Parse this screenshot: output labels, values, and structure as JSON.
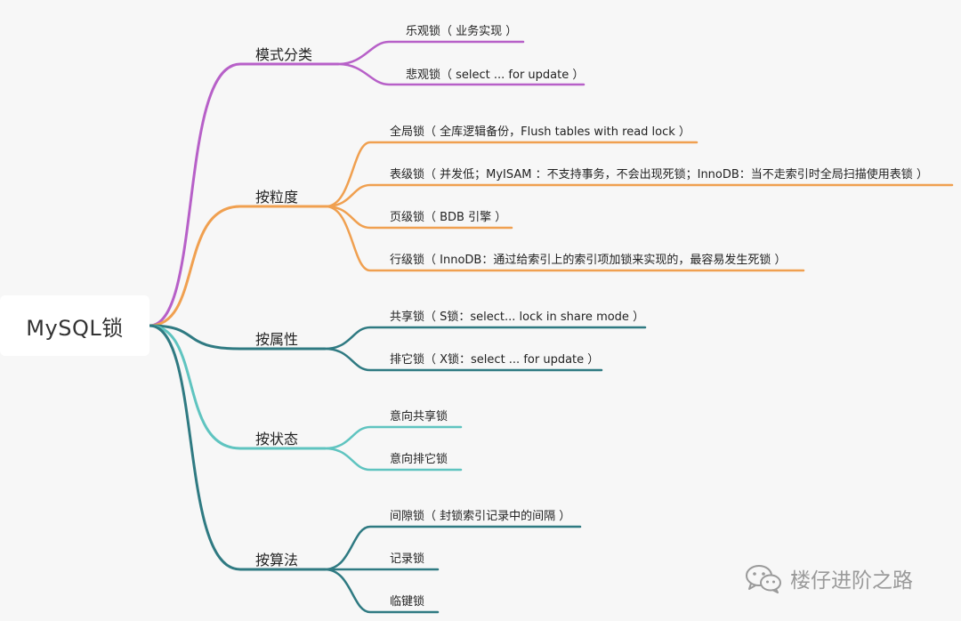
{
  "root": {
    "label": "MySQL锁"
  },
  "categories": [
    {
      "id": "mode",
      "label": "模式分类",
      "color": "#b760c8",
      "leaves": [
        "乐观锁（ 业务实现 ）",
        "悲观锁（ select ... for update ）"
      ]
    },
    {
      "id": "granularity",
      "label": "按粒度",
      "color": "#f0a050",
      "leaves": [
        "全局锁（ 全库逻辑备份，Flush tables with read lock ）",
        "表级锁（ 并发低；MyISAM ：不支持事务，不会出现死锁；InnoDB：当不走索引时全局扫描使用表锁 ）",
        "页级锁（ BDB 引擎 ）",
        "行级锁（ InnoDB：通过给索引上的索引项加锁来实现的，最容易发生死锁 ）"
      ]
    },
    {
      "id": "attribute",
      "label": "按属性",
      "color": "#2f7a82",
      "leaves": [
        "共享锁（ S锁：select... lock in share mode ）",
        "排它锁（ X锁：select ... for update ）"
      ]
    },
    {
      "id": "state",
      "label": "按状态",
      "color": "#5fc4c0",
      "leaves": [
        "意向共享锁",
        "意向排它锁"
      ]
    },
    {
      "id": "algorithm",
      "label": "按算法",
      "color": "#2f7a82",
      "leaves": [
        "间隙锁（ 封锁索引记录中的间隔 ）",
        "记录锁",
        "临键锁"
      ]
    }
  ],
  "watermark": {
    "text": "楼仔进阶之路",
    "icon": "wechat-icon"
  }
}
